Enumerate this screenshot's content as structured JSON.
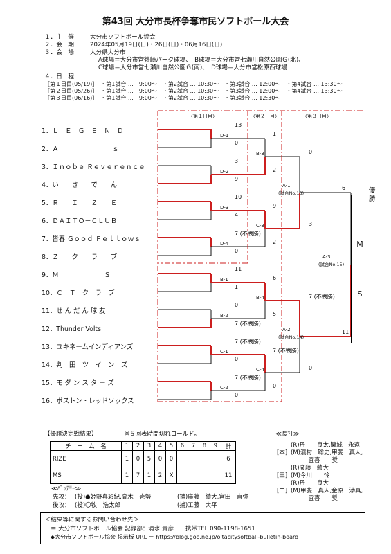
{
  "title": "第43回 大分市長杯争奪市民ソフトボール大会",
  "info": {
    "host_label": "１．主　催",
    "host_value": "大分市ソフトボール協会",
    "period_label": "２．会　期",
    "period_value": "2024年05月19日(日)・26日(日)・06月16日(日)",
    "venue_label": "３．会　場",
    "venue_value": "大分県大分市",
    "venue_line1": "A球場＝大分市営鶴崎パーク球場、　B球場＝大分市営七瀬川自然公園Ｇ(北)、",
    "venue_line2": "C球場＝大分市営七瀬川自然公園Ｇ(南)、　D球場＝大分市営松原西球場",
    "schedule_label": "４．日　程",
    "schedule": [
      "［第１日目(05/19)］　・第1試合 …　9:00～　・第2試合 … 10:30～　・第3試合 … 12:00～　・第4試合 … 13:30～",
      "［第２日目(05/26)］　・第1試合 …　9:00～　・第2試合 … 10:30～　・第3試合 … 12:00～　・第4試合 … 13:30～",
      "［第３日目(06/16)］　・第1試合 …　9:00～　・第2試合 … 10:30～　・第3試合 … 12:30～"
    ]
  },
  "round_heads": [
    "〈第１日目〉",
    "〈第２日目〉",
    "〈第３日目〉"
  ],
  "teams": [
    "1．Ｌ　Ｅ　Ｇ　Ｅ　Ｎ　Ｄ",
    "2．Ａ　'　　　　　　　ｓ",
    "3．Ｉｎｏｂｅ Ｒｅｖｅｒｅｎｃｅ",
    "4．い　　さ　　で　　ん",
    "5．Ｒ　　Ｉ　　Ｚ　　Ｅ",
    "6．ＤＡＩＴＯ－ＣＬＵＢ",
    "7．皆春 Ｇｏｏｄ Ｆｅｌｌｏｗｓ",
    "8．Ｚ　　ク　　ラ　　ブ",
    "9．Ｍ　　　　　　　Ｓ",
    "10．Ｃ　Ｔ　ク　ラ　ブ",
    "11．せ ん だ ん 球 友",
    "12．Thunder Volts",
    "13．ユキネームインディアンズ",
    "14．判　田　ツ　イ　ン　ズ",
    "15．モ ダ ン ス タ ー ズ",
    "16．ボストン・レッドソックス"
  ],
  "r1": [
    {
      "label": "D-1",
      "top": "13",
      "bottom": "0"
    },
    {
      "label": "D-2",
      "top": "3",
      "bottom": "9"
    },
    {
      "label": "D-3",
      "top": "10",
      "bottom": "4"
    },
    {
      "label": "D-4",
      "top": "7 (不戦勝)",
      "bottom": "0"
    },
    {
      "label": "B-1",
      "top": "11",
      "bottom": "1"
    },
    {
      "label": "B-2",
      "top": "0",
      "bottom": "7 (不戦勝)"
    },
    {
      "label": "C-1",
      "top": "7 (不戦勝)",
      "bottom": "0"
    },
    {
      "label": "C-2",
      "top": "7 (不戦勝)",
      "bottom": "0"
    }
  ],
  "r2": [
    {
      "label": "B-3",
      "top": "1",
      "bottom": "2"
    },
    {
      "label": "C-3",
      "top": "9",
      "bottom": "2"
    },
    {
      "label": "B-4",
      "top": "6",
      "bottom": "5"
    },
    {
      "label": "C-4",
      "top": "7 (不戦勝)",
      "bottom": "0"
    }
  ],
  "sf": [
    {
      "label": "A-1",
      "sub": "(試合No.13)",
      "top": "0",
      "bottom": "3"
    },
    {
      "label": "A-2",
      "sub": "(試合No.14)",
      "top": "7 (不戦勝)",
      "bottom": "0"
    }
  ],
  "final": {
    "label": "A-3",
    "sub": "(試合No.15)",
    "top": "6",
    "bottom": "11"
  },
  "champion_letters": [
    "M",
    "S"
  ],
  "victory": "優勝",
  "result": {
    "title": "【優勝決定戦結果】",
    "note": "※５回表時間切れコールド。",
    "header_team": "チ　ー　ム　名",
    "innings": [
      "1",
      "2",
      "3",
      "4",
      "5",
      "6",
      "7",
      "8",
      "9",
      "計"
    ],
    "rows": [
      {
        "team": "RIZE",
        "scores": [
          "1",
          "0",
          "5",
          "0",
          "0",
          "",
          "",
          "",
          "",
          "6"
        ]
      },
      {
        "team": "MS",
        "scores": [
          "1",
          "7",
          "1",
          "2",
          "X",
          "",
          "",
          "",
          "",
          "11"
        ]
      }
    ],
    "battery_label": "≪ﾊﾞｯﾃﾘｰ≫",
    "first_label": "先攻：",
    "first_pitcher": "(投)●姫野真彩紀,高木　壱勢",
    "first_catcher": "(捕)廣藤　績大,宮田　直弥",
    "second_label": "後攻：",
    "second_pitcher": "(投)〇牧　浩太郎",
    "second_catcher": "(捕)工藤　大平"
  },
  "hits": {
    "title": "≪長打≫",
    "lines": [
      {
        "tag": "",
        "text": "(R)丹　　良太,築城　永遠"
      },
      {
        "tag": "[本]",
        "text": "(M)濱村　聡史,甲斐　真人,"
      },
      {
        "tag": "",
        "text": "　　　宜喜　　奨"
      },
      {
        "tag": "",
        "text": "(R)廣藤　績大"
      },
      {
        "tag": "[三]",
        "text": "(M)今川　　怜"
      },
      {
        "tag": "",
        "text": "(R)丹　　良大"
      },
      {
        "tag": "[二]",
        "text": "(M)甲斐　真人,金原　渉真,"
      },
      {
        "tag": "",
        "text": "　　　宜喜　　奨"
      }
    ]
  },
  "contact": {
    "title": "＜結果等に関するお問い合わせ先＞",
    "line1": "＝ 大分市ソフトボール協会 記録部：清水 貴彦　　携帯TEL 090-1198-1651",
    "line2": "◆大分市ソフトボール協会 掲示板 URL ＝ https://blog.goo.ne.jp/oitacitysoftball-bulletin-board"
  },
  "colors": {
    "win": "#cc1f1f",
    "lose": "#111111"
  }
}
